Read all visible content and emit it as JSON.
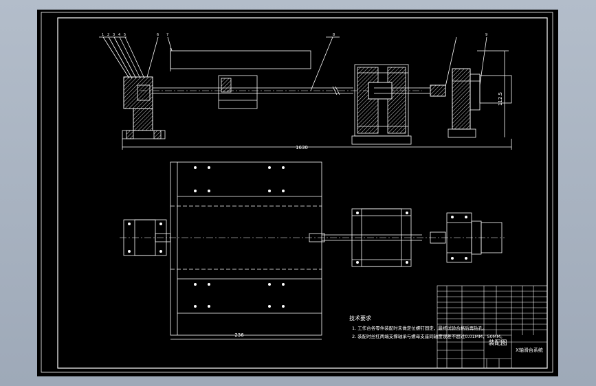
{
  "drawing": {
    "dimension_total_length": "1630",
    "dimension_height": "112.5",
    "dimension_width": "236",
    "balloons": [
      "1",
      "2",
      "3",
      "4",
      "5",
      "6",
      "7",
      "8",
      "9"
    ]
  },
  "notes": {
    "heading": "技术要求",
    "line1": "1. 工作台各零件装配时未做定位螺钉固定，最终试验合格后再钻孔。",
    "line2": "2. 装配时丝杠两端支撑轴承与螺母支座同轴度误差不超过0.01MM，50MM。"
  },
  "title_block": {
    "drawing_name": "装配图",
    "project_name": "X轴滑台系统"
  },
  "colors": {
    "background": "#000000",
    "lines": "#ffffff",
    "hatch": "#ffffff",
    "frame": "#ffffff"
  }
}
